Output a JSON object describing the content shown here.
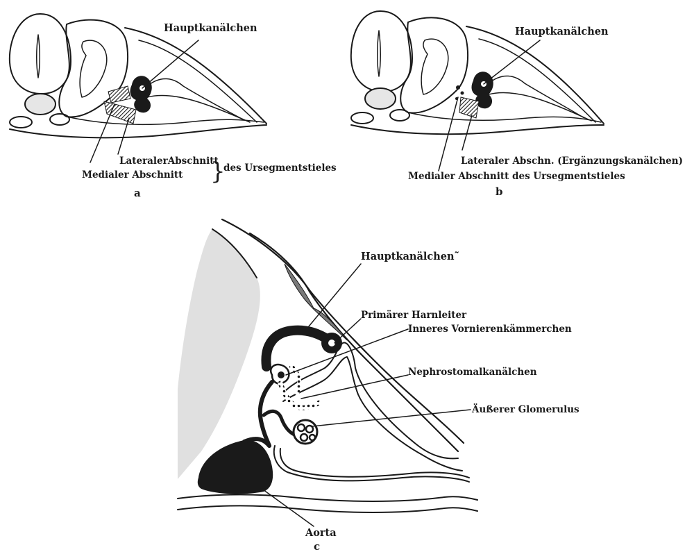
{
  "panel_a": {
    "letter": "a",
    "hauptkanaelchen": "Hauptkanälchen",
    "lateraler_abschnitt": "LateralerAbschnitt",
    "medialer_abschnitt": "Medialer Abschnitt",
    "brace": "}",
    "des_ursegmentstieles": "des Ursegmentstieles"
  },
  "panel_b": {
    "letter": "b",
    "hauptkanaelchen": "Hauptkanälchen",
    "lateraler_abschnitt": "Lateraler Abschn. (Ergänzungskanälchen)",
    "medialer_abschnitt": "Medialer Abschnitt des Ursegmentstieles"
  },
  "panel_c": {
    "letter": "c",
    "hauptkanaelchen": "Hauptkanälchen˜",
    "primaerer_harnleiter": "Primärer Harnleiter",
    "inneres_vornierenkaemmerchen": "Inneres Vornierenkämmerchen",
    "nephrostomalkanaelchen": "Nephrostomalkanälchen",
    "aeusserer_glomerulus": "Äußerer Glomerulus",
    "aorta": "Aorta"
  },
  "colors": {
    "ink": "#1a1a1a",
    "tissue_grey": "#d9d9d9",
    "light_grey": "#ececec"
  }
}
